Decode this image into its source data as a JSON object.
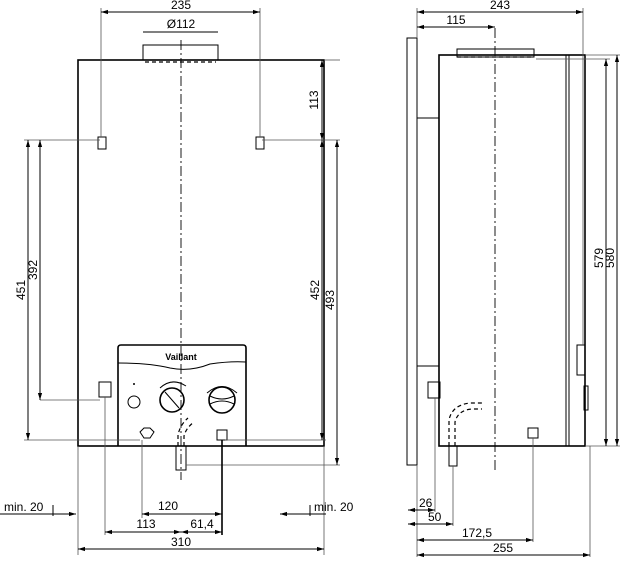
{
  "front_view": {
    "dims": {
      "top_width": "235",
      "flue_diameter": "Ø112",
      "top_to_conn": "113",
      "conn_392": "392",
      "conn_451": "451",
      "conn_452": "452",
      "conn_493": "493",
      "clear_left": "min. 20",
      "clear_right": "min. 20",
      "d120": "120",
      "d113": "113",
      "d61": "61,4",
      "width": "310"
    },
    "brand": "Vaillant"
  },
  "side_view": {
    "dims": {
      "depth_top": "243",
      "flue_offset": "115",
      "h579": "579",
      "h580": "580",
      "d26": "26",
      "d50": "50",
      "d172": "172,5",
      "depth": "255"
    }
  }
}
